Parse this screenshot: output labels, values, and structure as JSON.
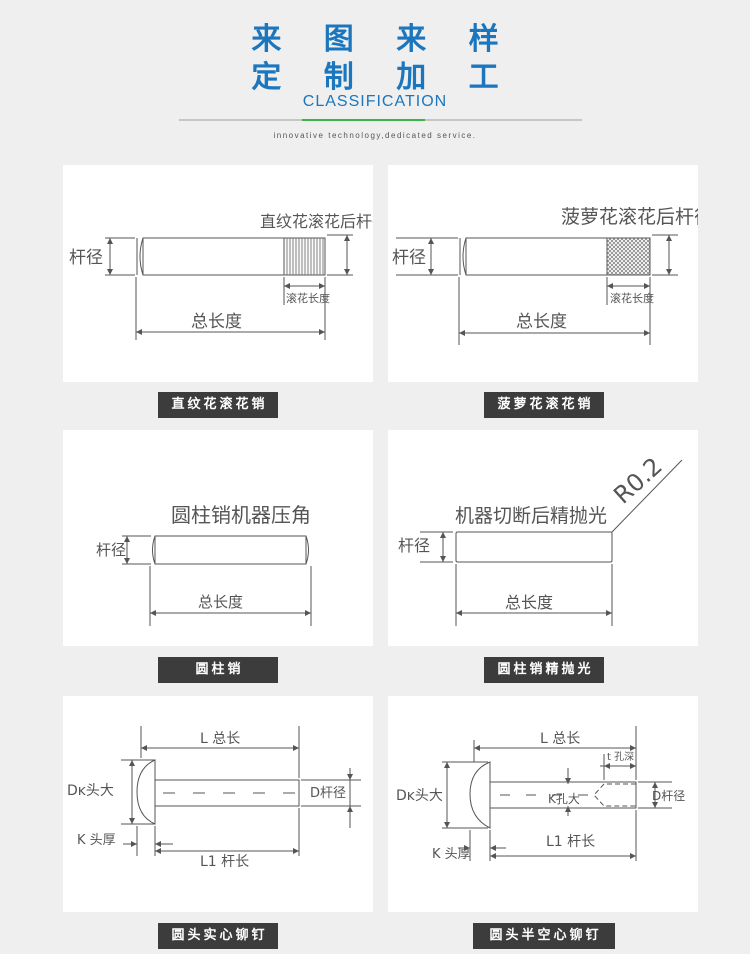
{
  "header": {
    "title_line1": "来 图 来 样",
    "title_line2": "定 制 加 工",
    "subtitle": "CLASSIFICATION",
    "tagline": "innovative technology,dedicated service."
  },
  "panels": [
    {
      "caption": "直纹花滚花销",
      "labels": {
        "note": "直纹花滚花后杆径",
        "rod_dia": "杆径",
        "knurl_len": "滚花长度",
        "total_len": "总长度"
      }
    },
    {
      "caption": "菠萝花滚花销",
      "labels": {
        "note": "菠萝花滚花后杆径",
        "rod_dia": "杆径",
        "knurl_len": "滚花长度",
        "total_len": "总长度"
      }
    },
    {
      "caption": "圆柱销",
      "labels": {
        "note": "圆柱销机器压角",
        "rod_dia": "杆径",
        "total_len": "总长度"
      }
    },
    {
      "caption": "圆柱销精抛光",
      "labels": {
        "note": "机器切断后精抛光",
        "radius": "R0.2",
        "rod_dia": "杆径",
        "total_len": "总长度"
      }
    },
    {
      "caption": "圆头实心铆钉",
      "labels": {
        "total_len": "L 总长",
        "head_dia": "Dĸ头大",
        "rod_dia": "D杆径",
        "head_thk": "K 头厚",
        "shank_len": "L1 杆长"
      }
    },
    {
      "caption": "圆头半空心铆钉",
      "labels": {
        "total_len": "L 总长",
        "hole_depth": "t 孔深",
        "head_dia": "Dĸ头大",
        "hole_dia": "K孔大",
        "rod_dia": "D杆径",
        "head_thk": "K 头厚",
        "shank_len": "L1 杆长"
      }
    }
  ]
}
